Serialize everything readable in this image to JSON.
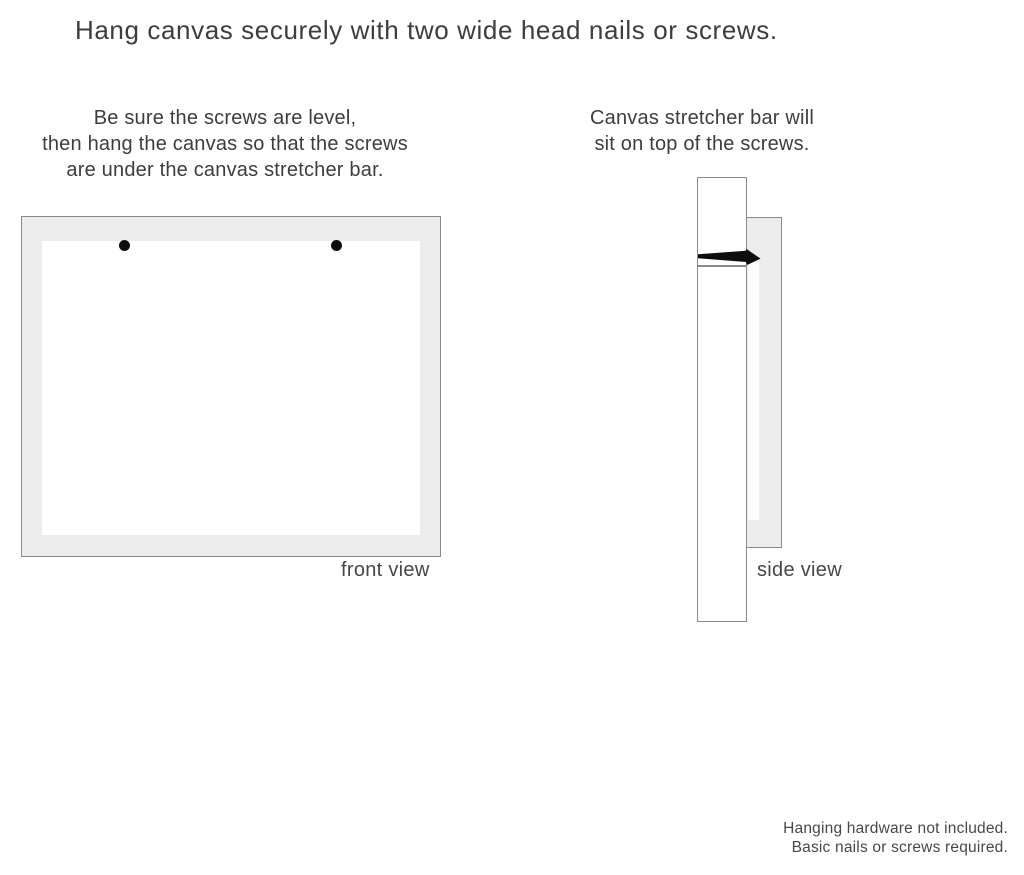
{
  "title": "Hang canvas securely with two wide head nails or screws.",
  "instructions": {
    "left": [
      "Be sure the screws are level,",
      "then hang the canvas so that the screws",
      "are under the canvas stretcher bar."
    ],
    "right": [
      "Canvas stretcher bar will",
      "sit on top of the screws."
    ]
  },
  "labels": {
    "front_view": "front view",
    "side_view": "side view"
  },
  "footer": [
    "Hanging hardware not included.",
    "Basic nails or screws required."
  ],
  "colors": {
    "background": "#ffffff",
    "canvas_fill": "#ececec",
    "outline": "#8a8a8a",
    "text": "#3d3d3d",
    "nail": "#0d0d0d"
  }
}
